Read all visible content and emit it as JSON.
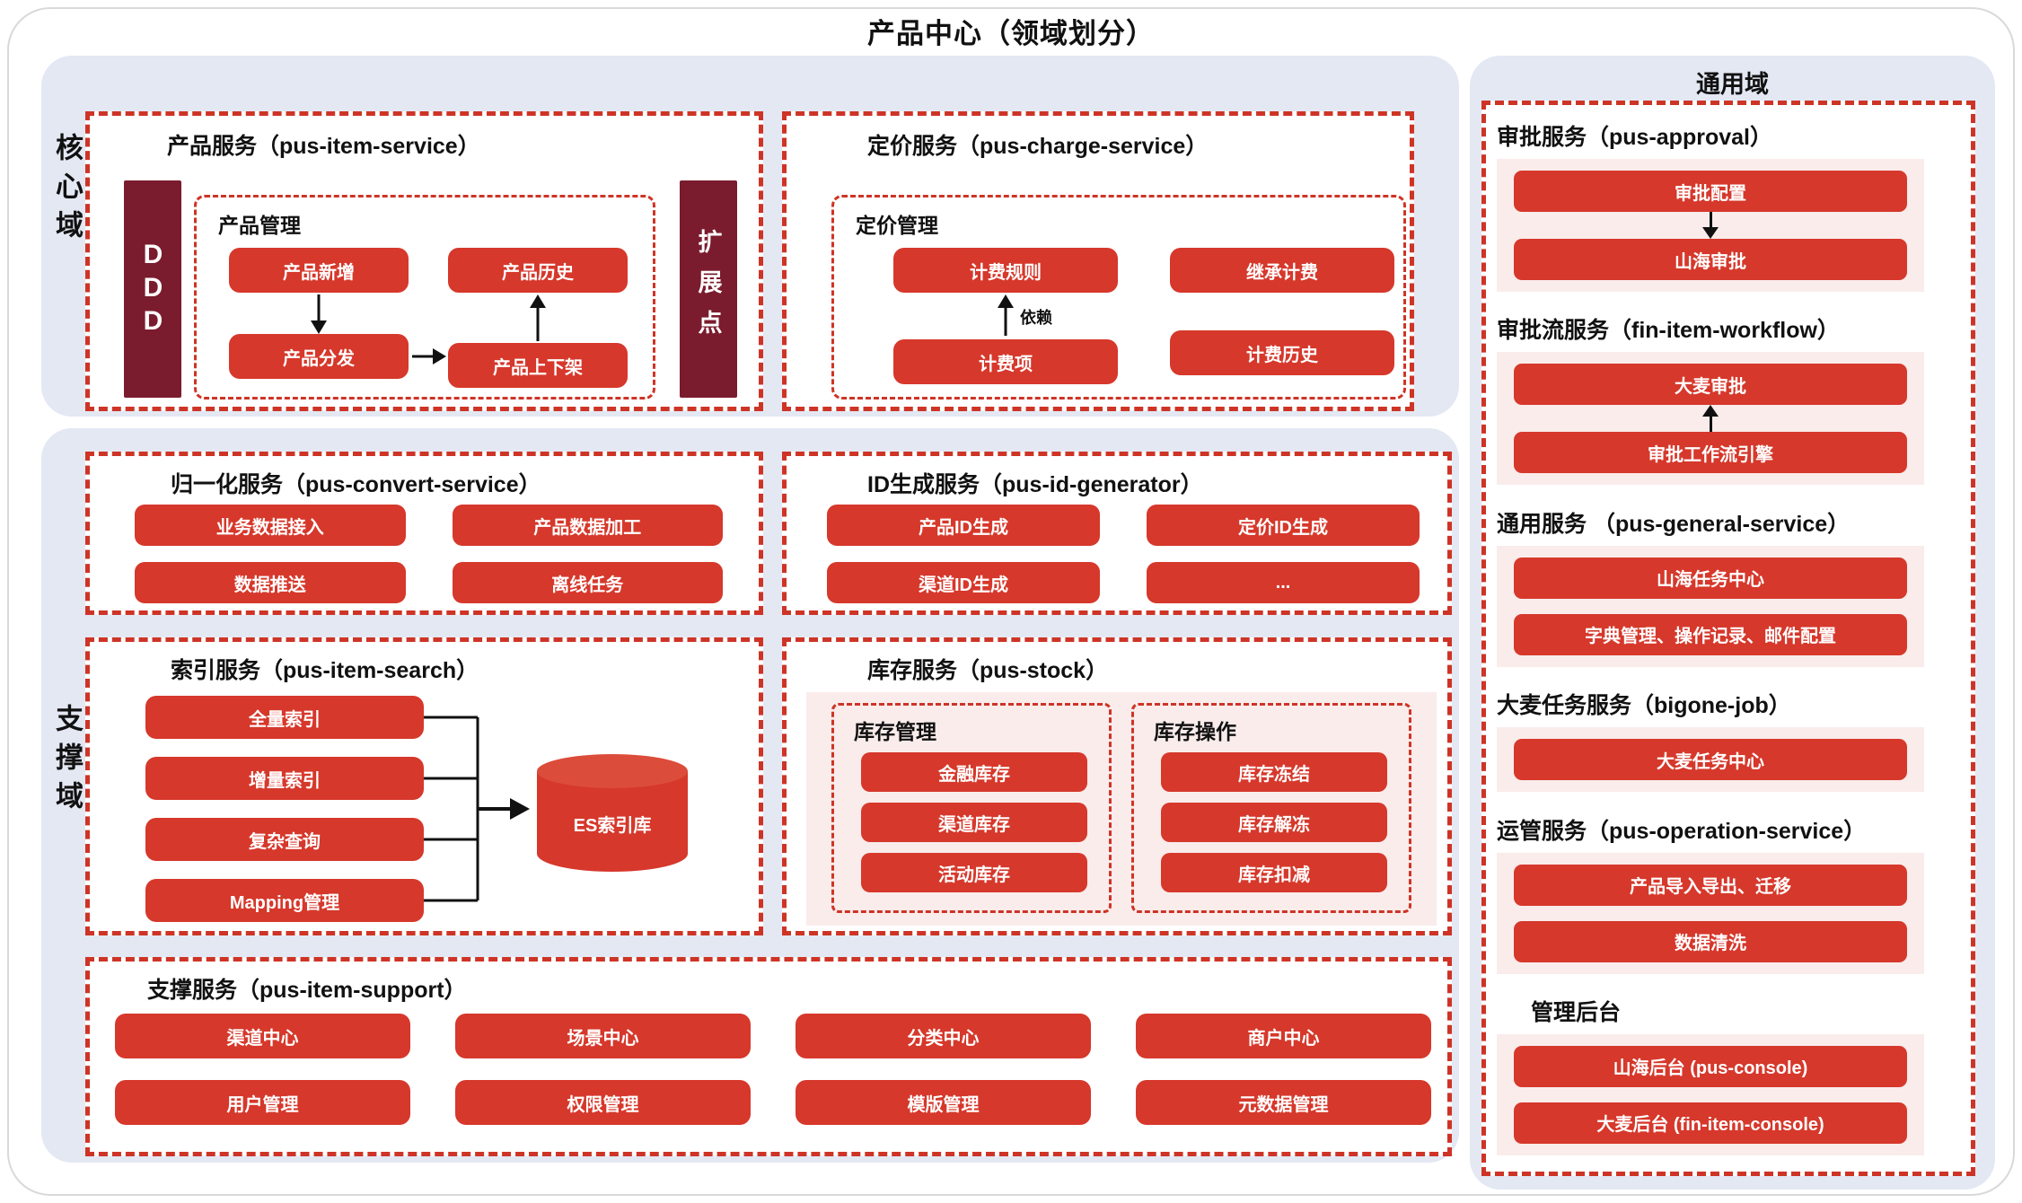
{
  "title": "产品中心（领域划分）",
  "domains": {
    "core": "核心域",
    "support": "支撑域",
    "general": "通用域"
  },
  "colors": {
    "red": "#D6382B",
    "maroon": "#7A1C2E",
    "panel_blue": "#E3E8F3",
    "pink": "#F9ECEB",
    "dashed_red": "#CE3426"
  },
  "product_service": {
    "heading": "产品服务（pus-item-service）",
    "ddd_label": "DDD",
    "extension_label": "扩展点",
    "group_title": "产品管理",
    "nodes": {
      "add": "产品新增",
      "history": "产品历史",
      "dispatch": "产品分发",
      "on_off": "产品上下架"
    }
  },
  "charge_service": {
    "heading": "定价服务（pus-charge-service）",
    "group_title": "定价管理",
    "nodes": {
      "rule": "计费规则",
      "inherit": "继承计费",
      "item": "计费项",
      "history": "计费历史"
    },
    "dependency_label": "依赖"
  },
  "convert_service": {
    "heading": "归一化服务（pus-convert-service）",
    "items": [
      "业务数据接入",
      "产品数据加工",
      "数据推送",
      "离线任务"
    ]
  },
  "id_service": {
    "heading": "ID生成服务（pus-id-generator）",
    "items": [
      "产品ID生成",
      "定价ID生成",
      "渠道ID生成",
      "..."
    ]
  },
  "search_service": {
    "heading": "索引服务（pus-item-search）",
    "items": [
      "全量索引",
      "增量索引",
      "复杂查询",
      "Mapping管理"
    ],
    "db_label": "ES索引库"
  },
  "stock_service": {
    "heading": "库存服务（pus-stock）",
    "groups": [
      {
        "title": "库存管理",
        "items": [
          "金融库存",
          "渠道库存",
          "活动库存"
        ]
      },
      {
        "title": "库存操作",
        "items": [
          "库存冻结",
          "库存解冻",
          "库存扣减"
        ]
      }
    ]
  },
  "support_service": {
    "heading": "支撑服务（pus-item-support）",
    "items": [
      "渠道中心",
      "场景中心",
      "分类中心",
      "商户中心",
      "用户管理",
      "权限管理",
      "模版管理",
      "元数据管理"
    ]
  },
  "general_sections": [
    {
      "heading": "审批服务（pus-approval）",
      "items": [
        "审批配置",
        "山海审批"
      ],
      "arrow": "down"
    },
    {
      "heading": "审批流服务（fin-item-workflow）",
      "items": [
        "大麦审批",
        "审批工作流引擎"
      ],
      "arrow": "up"
    },
    {
      "heading": "通用服务 （pus-general-service）",
      "items": [
        "山海任务中心",
        "字典管理、操作记录、邮件配置"
      ],
      "arrow": "none"
    },
    {
      "heading": "大麦任务服务（bigone-job）",
      "items": [
        "大麦任务中心"
      ],
      "arrow": "none"
    },
    {
      "heading": "运管服务（pus-operation-service）",
      "items": [
        "产品导入导出、迁移",
        "数据清洗"
      ],
      "arrow": "none"
    },
    {
      "heading": "管理后台",
      "items": [
        "山海后台 (pus-console)",
        "大麦后台 (fin-item-console)"
      ],
      "arrow": "none"
    }
  ]
}
